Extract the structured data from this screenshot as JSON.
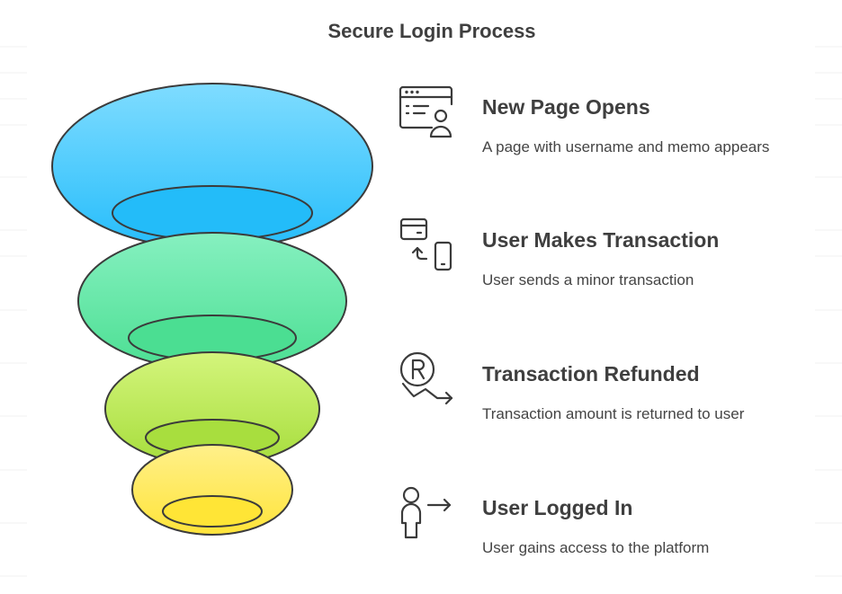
{
  "title": "Secure Login Process",
  "colors": {
    "tier1": "#33c4ff",
    "tier2": "#5ce6a1",
    "tier3": "#b2e64a",
    "tier4": "#ffe94d",
    "outline": "#3b3b3b",
    "text": "#3f3f3f"
  },
  "steps": [
    {
      "heading": "New Page Opens",
      "description": "A page with username and memo appears",
      "icon": "browser-user-icon"
    },
    {
      "heading": "User Makes Transaction",
      "description": "User sends a minor transaction",
      "icon": "card-to-phone-icon"
    },
    {
      "heading": "Transaction Refunded",
      "description": "Transaction amount is returned to user",
      "icon": "refund-coin-icon"
    },
    {
      "heading": "User Logged In",
      "description": "User gains access to the platform",
      "icon": "user-login-icon"
    }
  ]
}
